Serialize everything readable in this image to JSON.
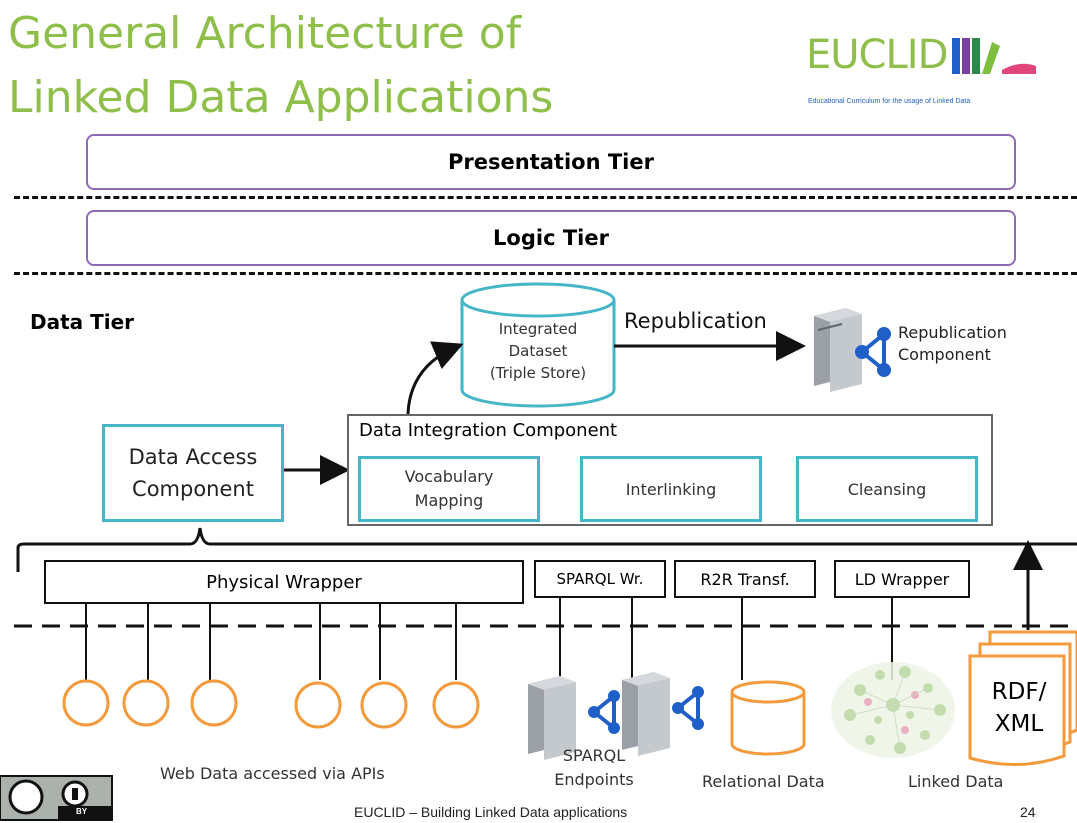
{
  "title": {
    "line1": "General Architecture of",
    "line2": "Linked Data Applications"
  },
  "logo": {
    "text": "EUCLID",
    "tagline": "Educational Curriculum for the usage of Linked Data"
  },
  "tiers": {
    "presentation": "Presentation Tier",
    "logic": "Logic Tier",
    "data": "Data Tier"
  },
  "dataset": {
    "line1": "Integrated",
    "line2": "Dataset",
    "line3": "(Triple Store)"
  },
  "republication": {
    "arrow_label": "Republication",
    "component_line1": "Republication",
    "component_line2": "Component"
  },
  "data_access": {
    "line1": "Data Access",
    "line2": "Component"
  },
  "integration": {
    "title": "Data Integration Component",
    "vocab_line1": "Vocabulary",
    "vocab_line2": "Mapping",
    "interlinking": "Interlinking",
    "cleansing": "Cleansing"
  },
  "wrappers": {
    "physical": "Physical Wrapper",
    "sparql": "SPARQL Wr.",
    "r2r": "R2R Transf.",
    "ld": "LD Wrapper"
  },
  "sources": {
    "web_apis": "Web Data accessed via APIs",
    "sparql_line1": "SPARQL",
    "sparql_line2": "Endpoints",
    "relational": "Relational Data",
    "linked": "Linked Data",
    "rdf_line1": "RDF/",
    "rdf_line2": "XML"
  },
  "footer": {
    "text": "EUCLID – Building Linked Data applications",
    "page": "24",
    "license_by": "BY"
  },
  "colors": {
    "title_green": "#8fbf4a",
    "tier_border": "#8d6bb4",
    "teal": "#46b6c6",
    "orange": "#f39a3c",
    "link_blue": "#1f5fc7"
  },
  "icons": [
    "creative-commons-icon",
    "attribution-icon",
    "server-icon",
    "rdf-graph-icon",
    "document-stack-icon"
  ]
}
